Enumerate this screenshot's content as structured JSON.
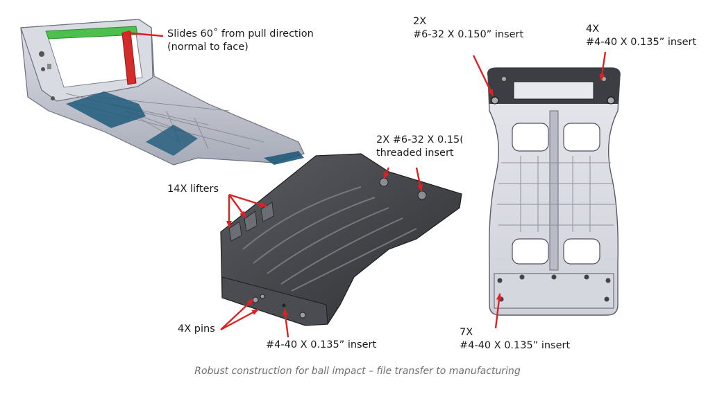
{
  "caption": "Robust construction for ball impact – file transfer to manufacturing",
  "callouts": {
    "slides": [
      "Slides 60˚ from pull direction",
      "(normal to face)"
    ],
    "insert_632_top": [
      "2X",
      "#6-32 X 0.150” insert"
    ],
    "insert_440_top": [
      "4X",
      "#4-40 X 0.135” insert"
    ],
    "threaded_insert": [
      "2X #6-32 X 0.15(",
      "threaded insert"
    ],
    "lifters": "14X lifters",
    "pins": "4X pins",
    "insert_440_bottom_center": "#4-40 X 0.135” insert",
    "insert_440_bottom_right": [
      "7X",
      "#4-40 X 0.135” insert"
    ]
  },
  "colors": {
    "arrow": "#e02020",
    "part_light": "#c9ccd6",
    "part_mid": "#9a9eab",
    "part_dark": "#3d3f44",
    "accent_blue": "#1f5a7a",
    "slide_green": "#4cbf4c",
    "slide_red": "#d42b2b"
  }
}
